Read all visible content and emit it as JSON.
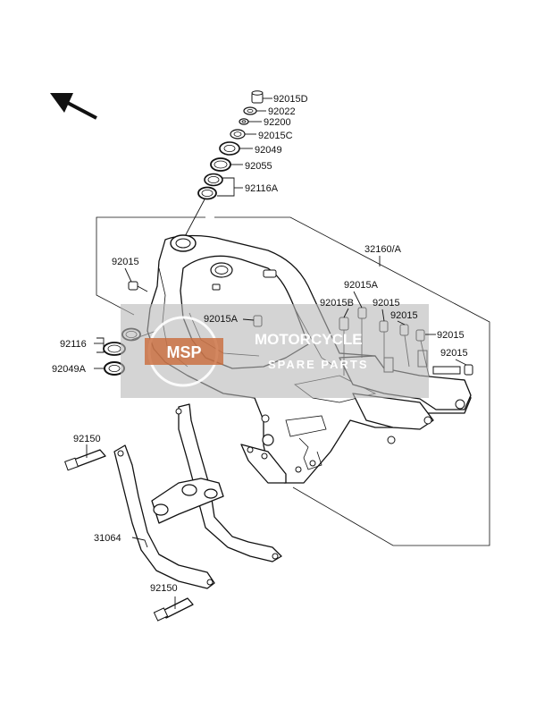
{
  "labels": {
    "p92015D": "92015D",
    "p92022": "92022",
    "p92200": "92200",
    "p92015C": "92015C",
    "p92049": "92049",
    "p92055": "92055",
    "p92116A": "92116A",
    "p32160A": "32160/A",
    "p92015_left": "92015",
    "p92015A_a": "92015A",
    "p92015A_b": "92015A",
    "p92015B": "92015B",
    "p92015_r1": "92015",
    "p92015_r2": "92015",
    "p92015_r3": "92015",
    "p92015_r4": "92015",
    "p92116": "92116",
    "p92049A": "92049A",
    "p92150_top": "92150",
    "p31064": "31064",
    "p92150_bottom": "92150"
  },
  "watermark": {
    "line1": "MOTORCYCLE",
    "line2": "SPARE PARTS",
    "logo": "MSP"
  },
  "icons": {
    "direction": "front-direction-arrow-icon"
  },
  "colors": {
    "watermark_box": "#b8b8b8",
    "watermark_logo": "#c96a3a"
  }
}
